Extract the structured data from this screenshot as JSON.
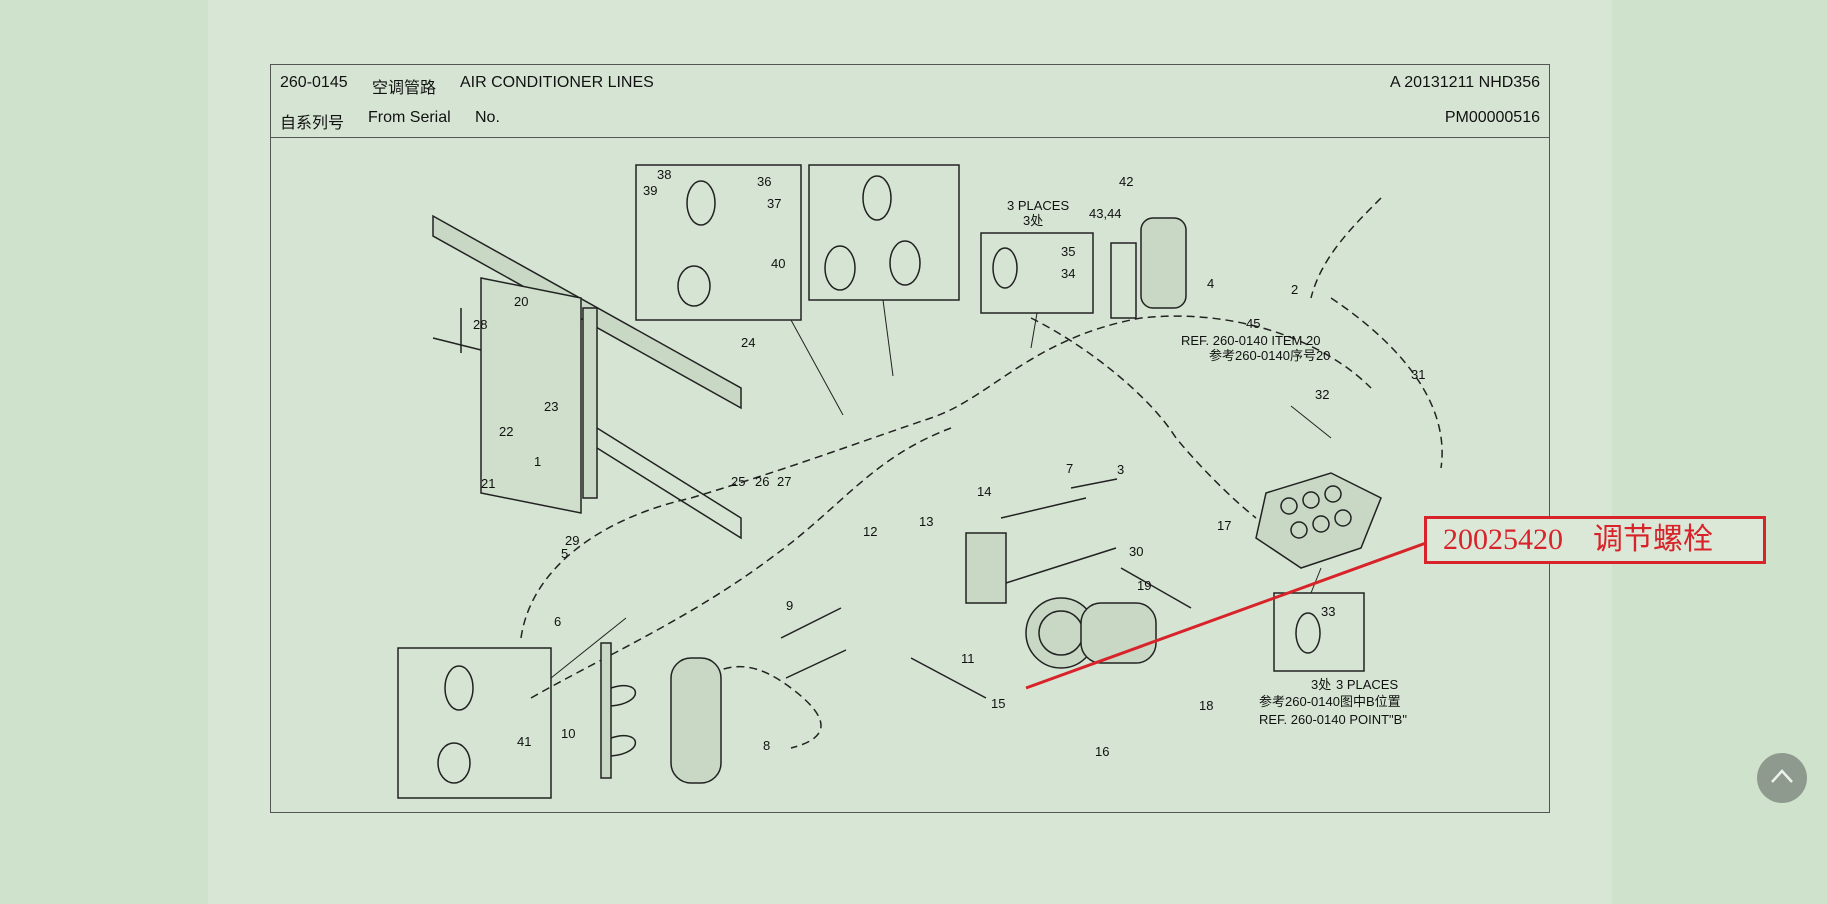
{
  "header": {
    "part_no": "260-0145",
    "title_cn": "空调管路",
    "title_en": "AIR CONDITIONER LINES",
    "revision": "A 20131211 NHD356",
    "serial_cn": "自系列号",
    "serial_en": "From Serial",
    "serial_no_label": "No.",
    "serial_value": "PM00000516"
  },
  "labels": {
    "places_en": "3 PLACES",
    "places_cn": "3处",
    "ref_item20_en": "REF. 260-0140 ITEM 20",
    "ref_item20_cn": "参考260-0140序号20",
    "places_cn_b": "3处",
    "places_en_b": "3 PLACES",
    "ref_point_cn": "参考260-0140图中B位置",
    "ref_point_en": "REF. 260-0140 POINT\"B\"",
    "n1": "1",
    "n2": "2",
    "n3": "3",
    "n4": "4",
    "n5": "5",
    "n6": "6",
    "n7": "7",
    "n8": "8",
    "n9": "9",
    "n10": "10",
    "n11": "11",
    "n12": "12",
    "n13": "13",
    "n14": "14",
    "n15": "15",
    "n16": "16",
    "n17": "17",
    "n18": "18",
    "n19": "19",
    "n20": "20",
    "n21": "21",
    "n22": "22",
    "n23": "23",
    "n24": "24",
    "n25": "25",
    "n26": "26",
    "n27": "27",
    "n28": "28",
    "n29": "29",
    "n30": "30",
    "n31": "31",
    "n32": "32",
    "n33": "33",
    "n34": "34",
    "n35": "35",
    "n36": "36",
    "n37": "37",
    "n38": "38",
    "n39": "39",
    "n40": "40",
    "n41": "41",
    "n42": "42",
    "n43_44": "43,44",
    "n45": "45"
  },
  "callout": {
    "text": "20025420　调节螺栓",
    "color": "#d8232a"
  },
  "scroll_top": {
    "icon": "chevron-up-icon"
  }
}
